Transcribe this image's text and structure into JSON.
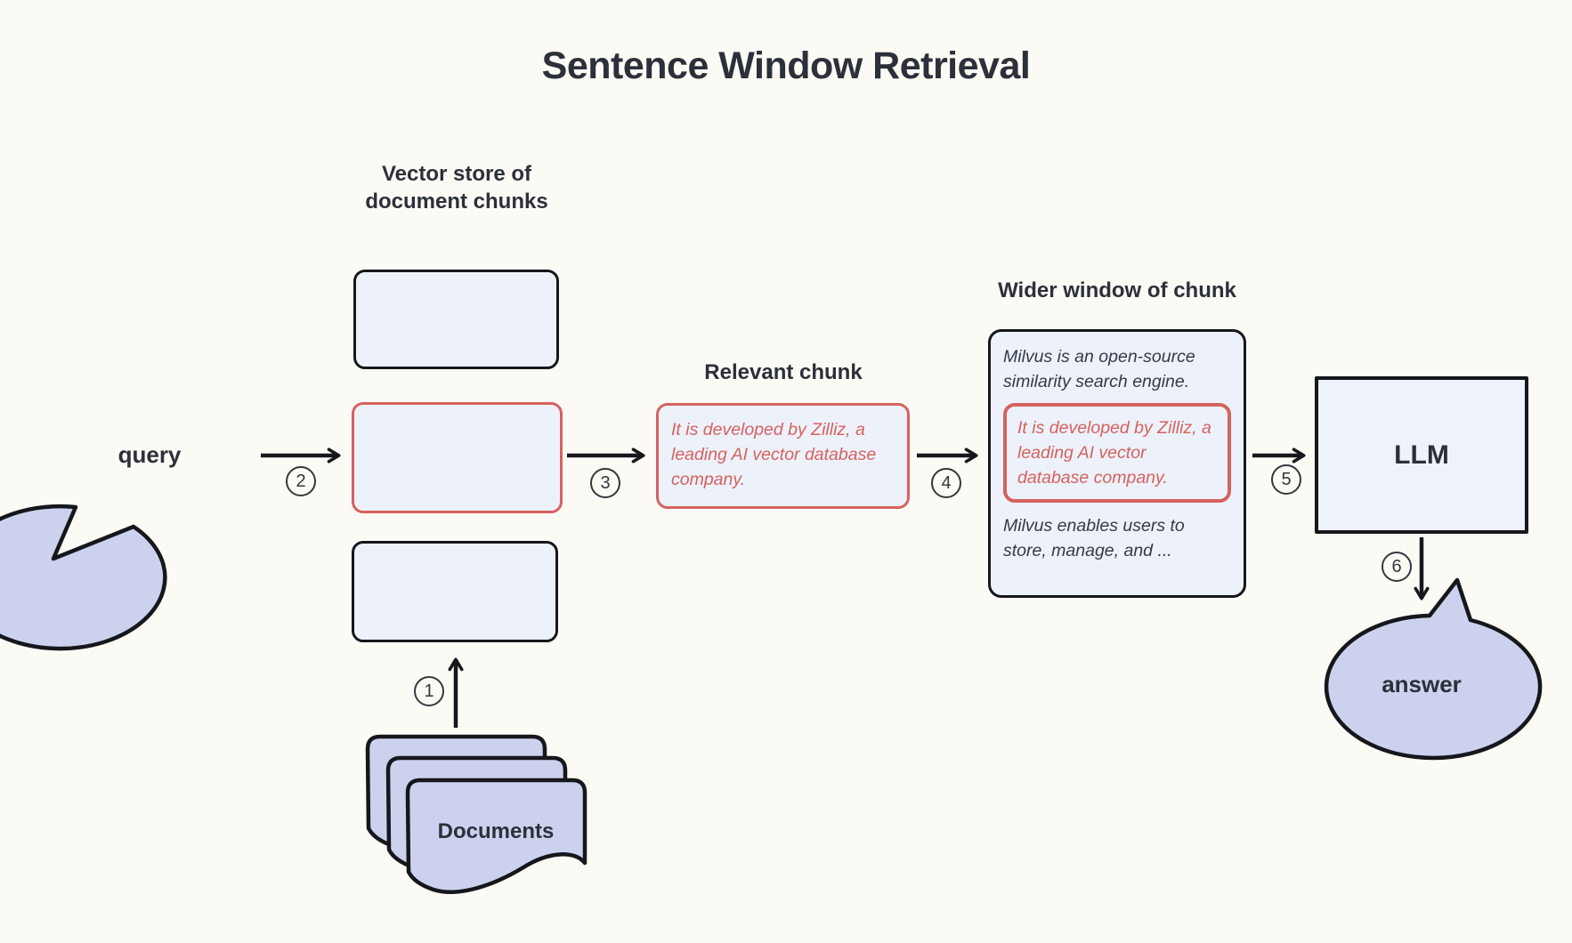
{
  "title": "Sentence Window Retrieval",
  "colors": {
    "background": "#fcfaf4",
    "accent_red": "#d5625f",
    "stroke_black": "#15171c",
    "bubble_fill": "#ccd2ee",
    "box_fill": "#edf1fa",
    "text_dark": "#2b303a"
  },
  "diagram": {
    "query_label": "query",
    "vector_store_title": "Vector store of document chunks",
    "documents_label": "Documents",
    "relevant_chunk_title": "Relevant chunk",
    "relevant_chunk_text": "It is developed by Zilliz, a leading AI vector database company.",
    "wider_window_title": "Wider window of chunk",
    "wider_window_before": "Milvus is an open-source similarity search engine.",
    "wider_window_highlight": "It is developed by Zilliz, a leading AI vector database company.",
    "wider_window_after": "Milvus enables users to store, manage, and ...",
    "llm_label": "LLM",
    "answer_label": "answer"
  },
  "steps": [
    "1",
    "2",
    "3",
    "4",
    "5",
    "6"
  ]
}
